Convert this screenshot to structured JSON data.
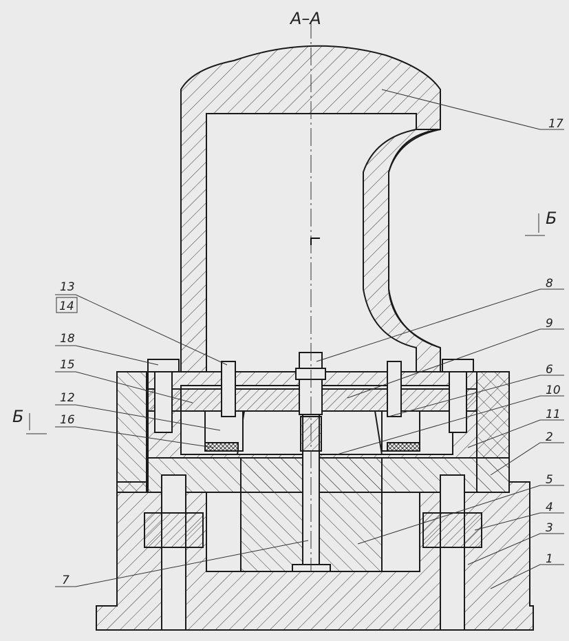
{
  "section_title": "А–А",
  "section_marker": "Б",
  "callouts": [
    {
      "id": "c17",
      "text": "17"
    },
    {
      "id": "c8",
      "text": "8"
    },
    {
      "id": "c9",
      "text": "9"
    },
    {
      "id": "c6",
      "text": "6"
    },
    {
      "id": "c10",
      "text": "10"
    },
    {
      "id": "c11",
      "text": "11"
    },
    {
      "id": "c2",
      "text": "2"
    },
    {
      "id": "c5",
      "text": "5"
    },
    {
      "id": "c4",
      "text": "4"
    },
    {
      "id": "c3",
      "text": "3"
    },
    {
      "id": "c1",
      "text": "1"
    },
    {
      "id": "c13",
      "text": "13"
    },
    {
      "id": "c14",
      "text": "14"
    },
    {
      "id": "c18",
      "text": "18"
    },
    {
      "id": "c15",
      "text": "15"
    },
    {
      "id": "c12",
      "text": "12"
    },
    {
      "id": "c16",
      "text": "16"
    },
    {
      "id": "c7",
      "text": "7"
    }
  ]
}
